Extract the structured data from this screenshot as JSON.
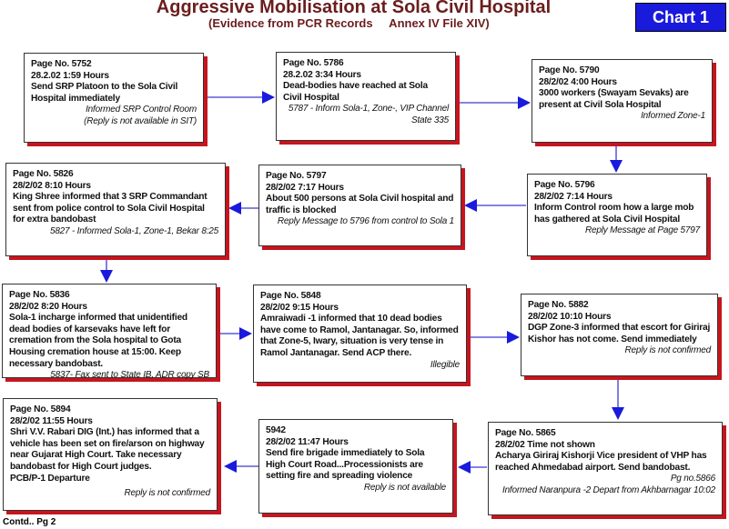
{
  "header": {
    "title": "Aggressive Mobilisation at Sola Civil Hospital",
    "subtitle": "(Evidence from PCR Records     Annex IV File XIV)",
    "badge": "Chart 1"
  },
  "colors": {
    "title": "#6b1d1d",
    "badge": "#1a1adc",
    "shadow": "#c8141e",
    "arrow": "#1a1adc"
  },
  "entries": [
    {
      "page": "Page No. 5752",
      "time": "28.2.02  1:59 Hours",
      "text": "Send SRP Platoon to the Sola Civil Hospital immediately",
      "notes": [
        "Informed SRP Control Room",
        "(Reply is not available in SIT)"
      ]
    },
    {
      "page": "Page No. 5786",
      "time": "28.2.02   3:34 Hours",
      "text": "Dead-bodies have reached at Sola Civil Hospital",
      "notes": [
        "5787 - Inform Sola-1, Zone-, VIP Channel",
        "State 335"
      ]
    },
    {
      "page": "Page No. 5790",
      "time": "28/2/02   4:00 Hours",
      "text": "3000 workers (Swayam Sevaks) are present at Civil Sola Hospital",
      "notes": [
        "Informed Zone-1"
      ]
    },
    {
      "page": "Page No. 5796",
      "time": "28/2/02  7:14 Hours",
      "text": "Inform Control room how a large mob has gathered at Sola Civil Hospital",
      "notes": [
        "Reply Message at Page 5797"
      ]
    },
    {
      "page": "Page No. 5797",
      "time": "28/2/02   7:17 Hours",
      "text": "About 500 persons at Sola Civil hospital and traffic is blocked",
      "notes": [
        "Reply Message to 5796 from control to Sola 1"
      ]
    },
    {
      "page": "Page No. 5826",
      "time": "28/2/02   8:10 Hours",
      "text": "King Shree informed that 3 SRP Commandant sent from police control to Sola Civil Hospital for extra bandobast",
      "notes": [
        "5827 - Informed Sola-1, Zone-1, Bekar 8:25"
      ]
    },
    {
      "page": "Page No. 5836",
      "time": "28/2/02   8:20 Hours",
      "text": "Sola-1 incharge informed that unidentified dead bodies of karsevaks have left for cremation from the Sola hospital to Gota Housing cremation house at 15:00. Keep necessary bandobast.",
      "notes": [
        "5837- Fax sent to State IB, ADR copy SB"
      ]
    },
    {
      "page": "Page No. 5848",
      "time": "28/2/02   9:15 Hours",
      "text": "Amraiwadi -1 informed that 10 dead bodies have come to Ramol, Jantanagar. So, informed that Zone-5, Iwary, situation is very tense in Ramol Jantanagar. Send ACP there.",
      "notes": [
        "Illegible"
      ]
    },
    {
      "page": "Page No. 5882",
      "time": "28/2/02  10:10 Hours",
      "text": "DGP Zone-3 informed that escort for Giriraj Kishor has not come. Send immediately",
      "notes": [
        "Reply is not confirmed"
      ]
    },
    {
      "page": "Page No. 5865",
      "time": "28/2/02  Time not shown",
      "text": "Acharya Giriraj Kishorji Vice president of VHP has reached  Ahmedabad airport. Send bandobast.",
      "notes": [
        "Pg no.5866",
        "Informed Naranpura -2 Depart from Akhbarnagar  10:02"
      ]
    },
    {
      "page": "5942",
      "time": "28/2/02  11:47 Hours",
      "text": "Send fire brigade immediately to Sola High Court Road...Processionists are setting fire and spreading violence",
      "notes": [
        "Reply is not available"
      ]
    },
    {
      "page": "Page No. 5894",
      "time": "28/2/02  11:55 Hours",
      "text": "Shri V.V. Rabari DIG (Int.) has informed that a vehicle has been set on fire/arson on highway near Gujarat High Court. Take necessary bandobast for High Court judges.\nPCB/P-1 Departure",
      "notes": [
        "Reply is not confirmed"
      ]
    }
  ],
  "footer": {
    "contd": "Contd.. Pg 2"
  }
}
